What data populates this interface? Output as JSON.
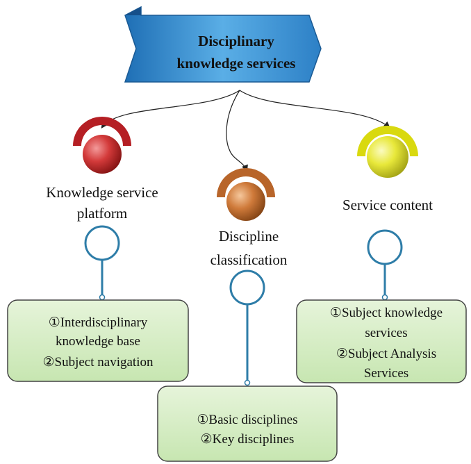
{
  "root": {
    "line1": "Disciplinary",
    "line2": "knowledge services"
  },
  "branches": [
    {
      "label_lines": [
        "Knowledge service",
        "platform"
      ],
      "color": "#c0262a",
      "items": [
        "①Interdisciplinary",
        "knowledge base",
        "②Subject navigation"
      ]
    },
    {
      "label_lines": [
        "Discipline",
        "classification"
      ],
      "color": "#c8752a",
      "items": [
        "①Basic disciplines",
        "②Key disciplines"
      ]
    },
    {
      "label_lines": [
        "Service content"
      ],
      "color": "#e6e61a",
      "items": [
        "①Subject knowledge",
        "services",
        "②Subject Analysis",
        "Services"
      ]
    }
  ],
  "colors": {
    "banner": "#3f8fcf",
    "connector": "#2e7da8",
    "box_fill": "#d4ecc4",
    "box_border": "#444444"
  }
}
